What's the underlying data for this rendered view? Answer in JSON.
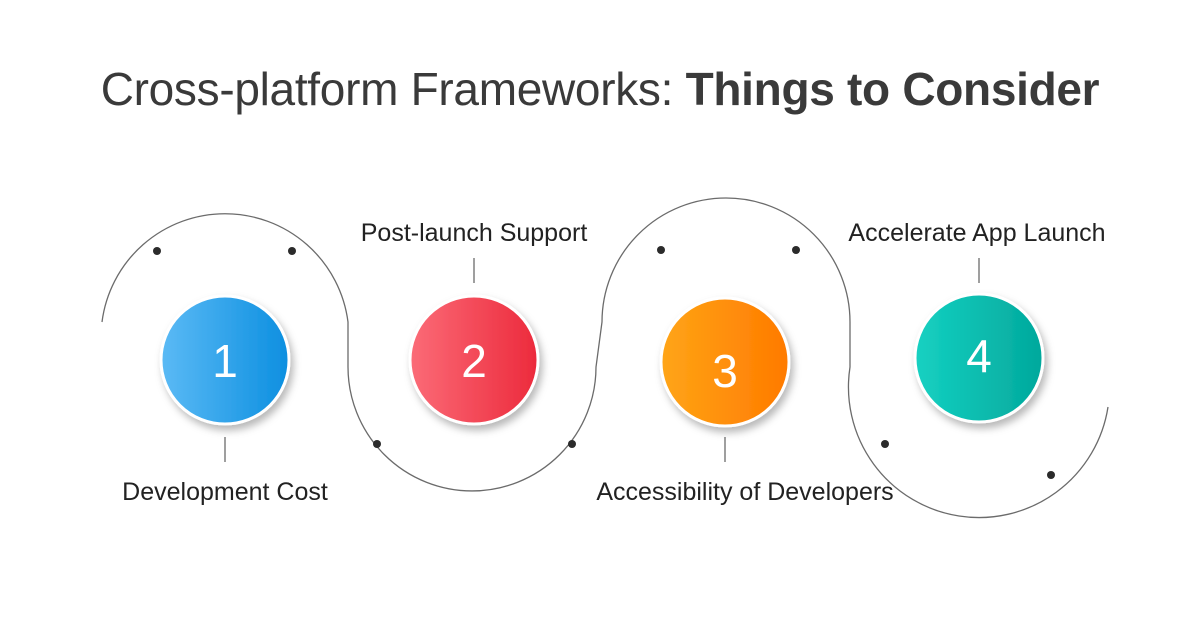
{
  "title": {
    "regular": "Cross-platform Frameworks: ",
    "bold": "Things to Consider"
  },
  "steps": [
    {
      "number": "1",
      "label": "Development Cost",
      "color_start": "#5bbaf5",
      "color_end": "#0c8fe0"
    },
    {
      "number": "2",
      "label": "Post-launch Support",
      "color_start": "#fb6b77",
      "color_end": "#ec2a3c"
    },
    {
      "number": "3",
      "label": "Accessibility of Developers",
      "color_start": "#ffa516",
      "color_end": "#ff7a00"
    },
    {
      "number": "4",
      "label": "Accelerate App Launch",
      "color_start": "#15d1c2",
      "color_end": "#02a89c"
    }
  ],
  "line_color": "#6b6b6b",
  "dot_color": "#2b2b2b"
}
